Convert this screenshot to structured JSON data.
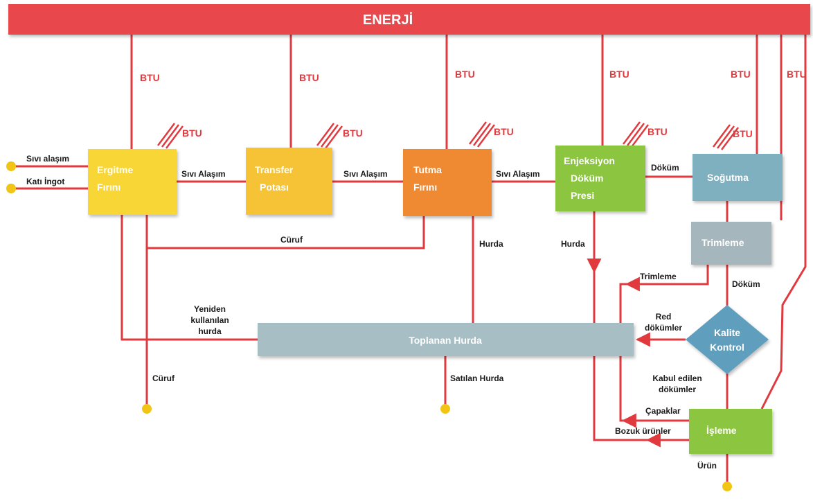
{
  "energy_bar": {
    "title": "ENERJİ"
  },
  "btu": "BTU",
  "boxes": {
    "ergitme": [
      "Ergitme",
      "Fırını"
    ],
    "transfer": [
      "Transfer",
      "Potası"
    ],
    "tutma": [
      "Tutma",
      "Fırını"
    ],
    "enjeksiyon": [
      "Enjeksiyon",
      "Döküm",
      "Presi"
    ],
    "sogutma": "Soğutma",
    "trimleme": "Trimleme",
    "kalite": [
      "Kalite",
      "Kontrol"
    ],
    "toplanan": "Toplanan Hurda",
    "isleme": "İşleme"
  },
  "labels": {
    "sivi_alasim_in": "Sıvı alaşım",
    "kati_ingot": "Katı İngot",
    "sivi_alasim_1": "Sıvı Alaşım",
    "sivi_alasim_2": "Sıvı Alaşım",
    "sivi_alasim_3": "Sıvı Alaşım",
    "dokum_1": "Döküm",
    "curuf_mid": "Cüruf",
    "hurda_1": "Hurda",
    "hurda_2": "Hurda",
    "trimleme_flow": "Trimleme",
    "dokum_2": "Döküm",
    "yeniden": [
      "Yeniden",
      "kullanılan",
      "hurda"
    ],
    "red": [
      "Red",
      "dökümler"
    ],
    "kabul": [
      "Kabul edilen",
      "dökümler"
    ],
    "capaklar": "Çapaklar",
    "bozuk": "Bozuk ürünler",
    "curuf_bottom": "Cüruf",
    "satilan": "Satılan Hurda",
    "urun": "Ürün"
  },
  "colors": {
    "line": "#e03a3f",
    "energy": "#e8474c",
    "ergitme": "#f7d634",
    "transfer": "#f5c336",
    "tutma": "#ef8a30",
    "enjeksiyon": "#8cc63f",
    "blue_box": "#7fb0c0",
    "trim_box": "#a5b7bc",
    "toplanan_box": "#a7bec5",
    "dot": "#f2c514"
  }
}
